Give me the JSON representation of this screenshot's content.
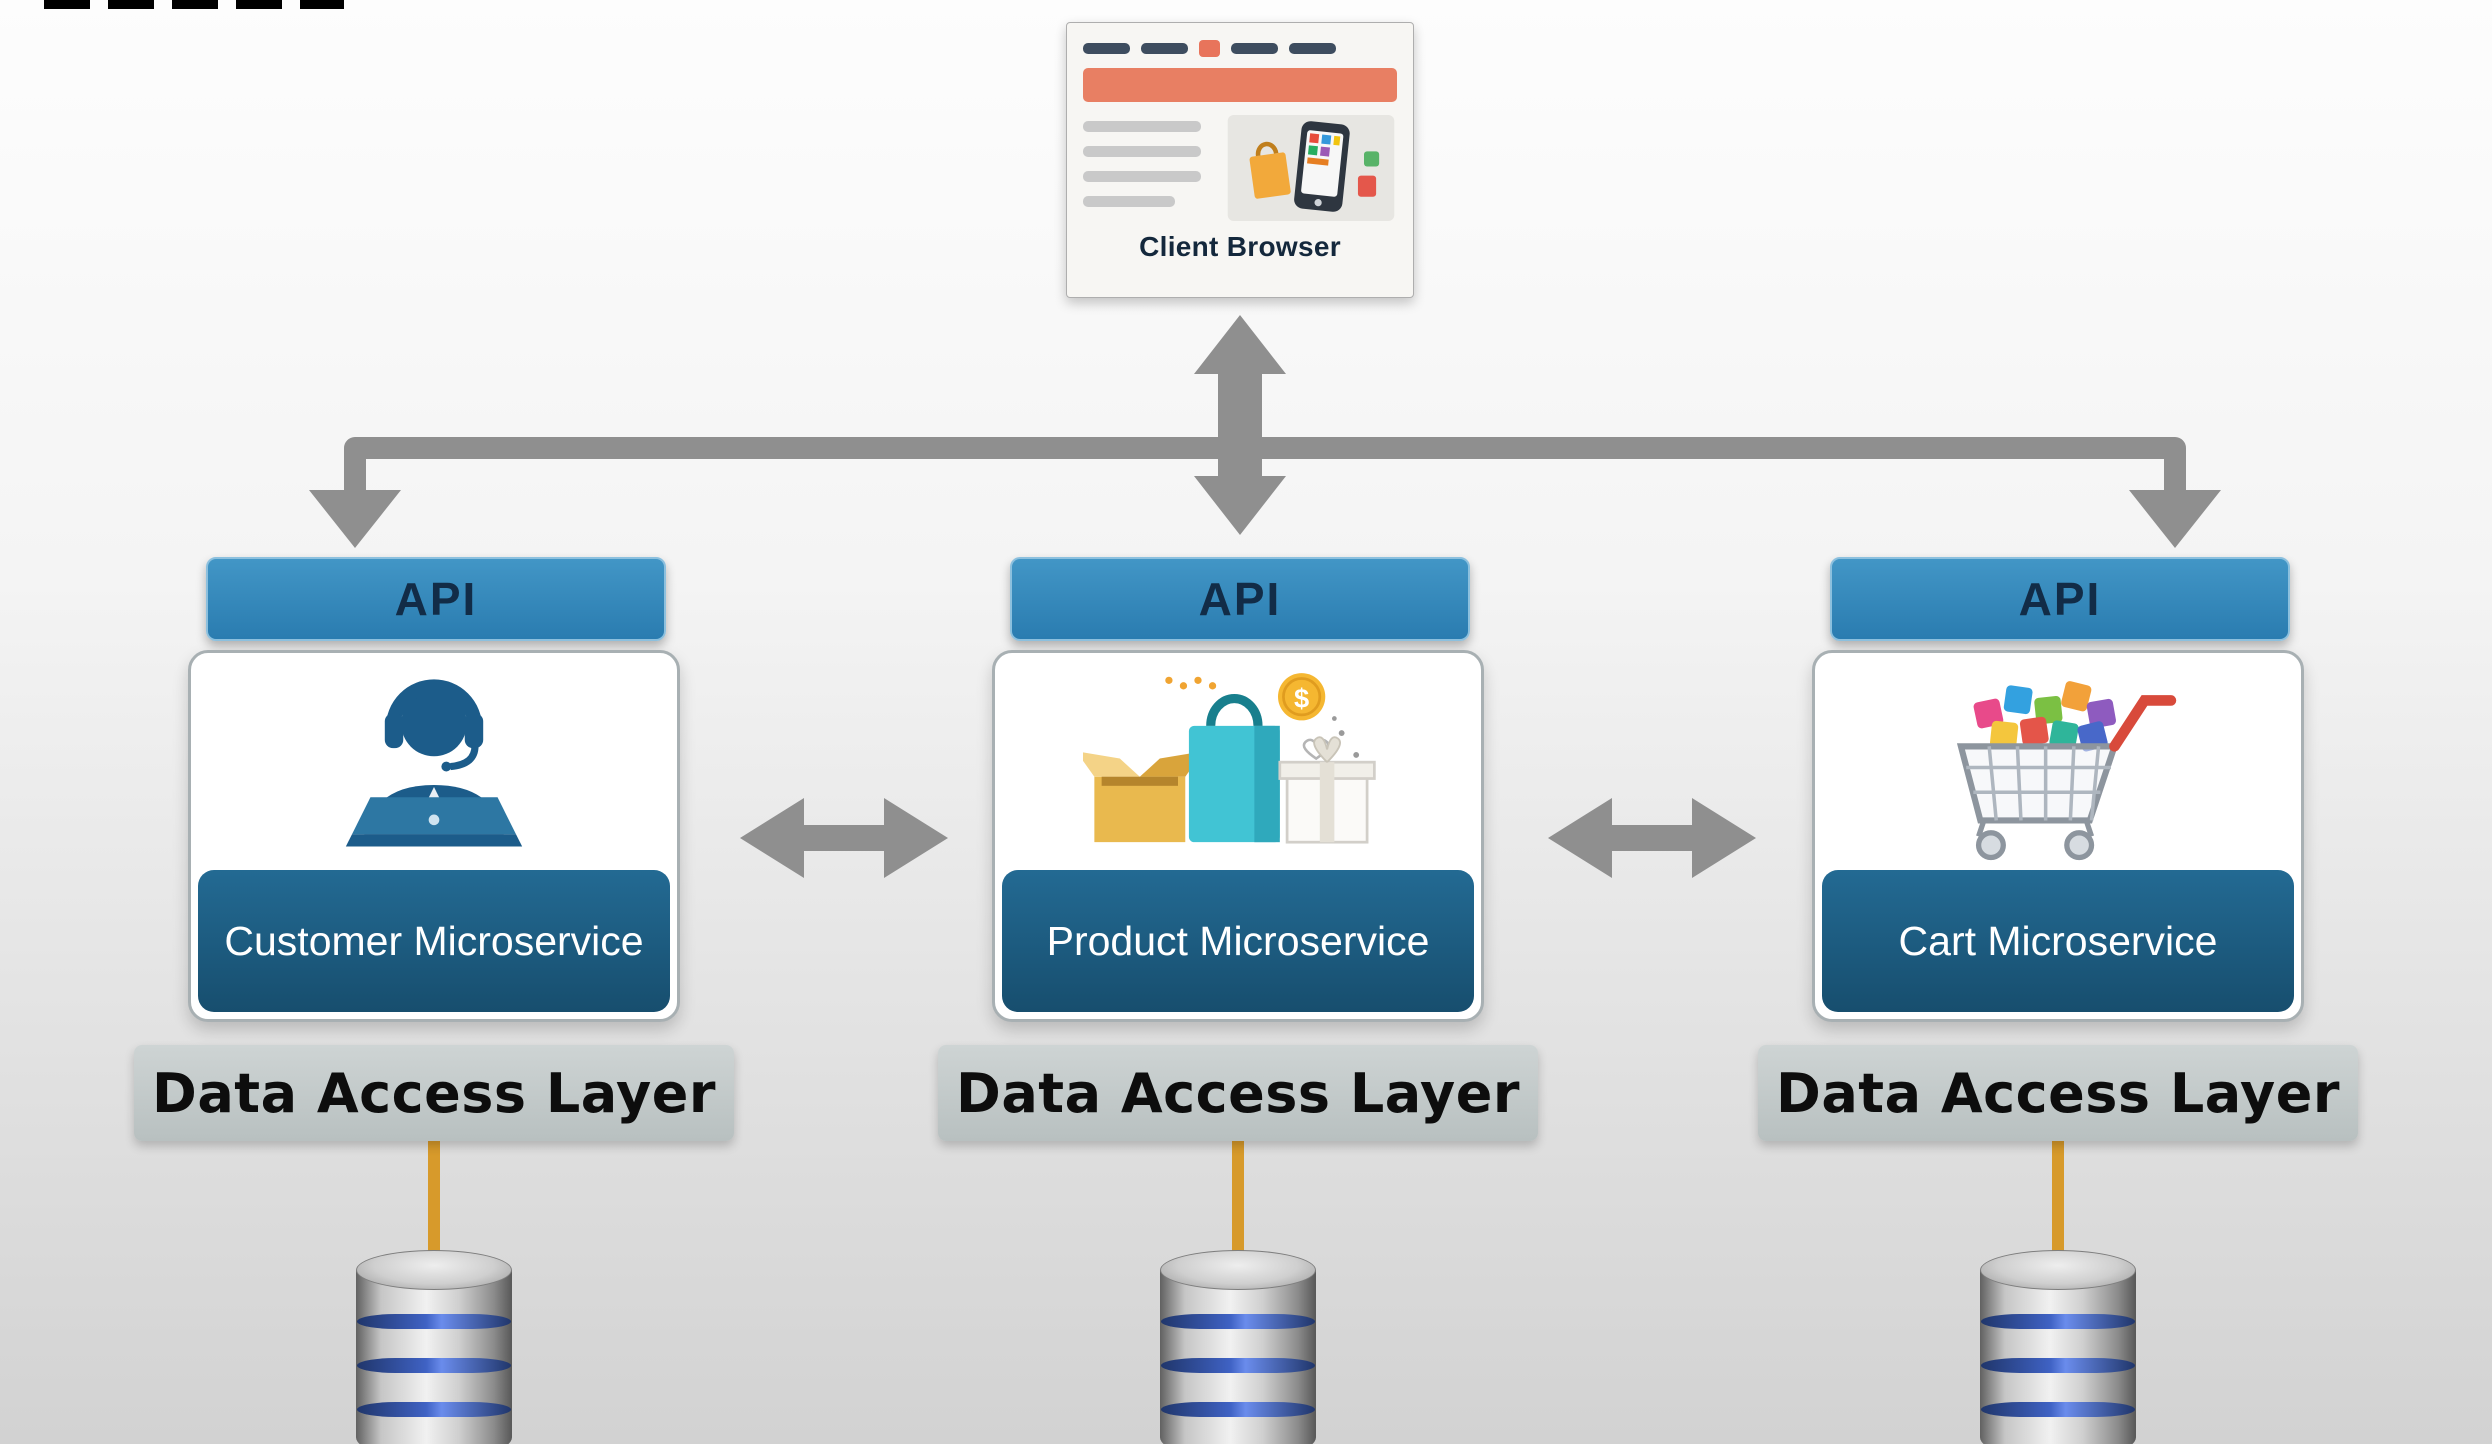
{
  "client_browser": {
    "label": "Client Browser"
  },
  "columns": [
    {
      "api_label": "API",
      "service_name": "Customer Microservice",
      "dal_label": "Data Access Layer",
      "icon": "customer-support-agent-icon",
      "database_icon": "database-cylinder-icon"
    },
    {
      "api_label": "API",
      "service_name": "Product Microservice",
      "dal_label": "Data Access Layer",
      "icon": "product-packages-icon",
      "database_icon": "database-cylinder-icon"
    },
    {
      "api_label": "API",
      "service_name": "Cart Microservice",
      "dal_label": "Data Access Layer",
      "icon": "shopping-cart-icon",
      "database_icon": "database-cylinder-icon"
    }
  ],
  "icons": {
    "coin_symbol": "$"
  },
  "colors": {
    "api_fill": "#2e86bd",
    "service_label_fill": "#1d5f86",
    "dal_fill": "#c3caca",
    "connector_gray": "#8f8f8f",
    "db_link_orange": "#d79a2b",
    "browser_accent": "#e8745b",
    "db_stripe_blue": "#3f62c4"
  }
}
